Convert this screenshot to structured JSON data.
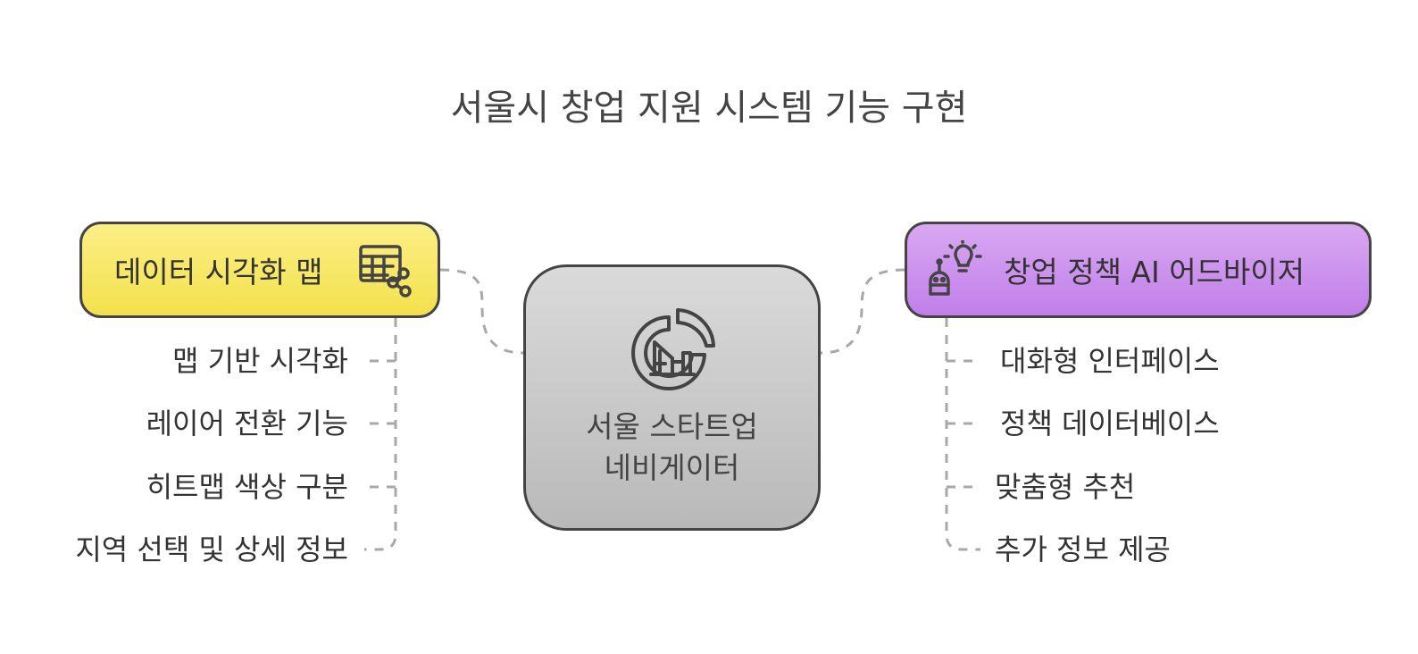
{
  "title": "서울시 창업 지원 시스템 기능 구현",
  "center": {
    "line1": "서울 스타트업",
    "line2": "네비게이터",
    "icon": "chart-building-icon"
  },
  "left_branch": {
    "label": "데이터 시각화 맵",
    "icon": "table-share-icon",
    "color": "#f4e04d",
    "items": [
      "맵 기반 시각화",
      "레이어 전환 기능",
      "히트맵 색상 구분",
      "지역 선택 및 상세 정보"
    ]
  },
  "right_branch": {
    "label": "창업 정책 AI 어드바이저",
    "icon": "robot-lightbulb-icon",
    "color": "#c07fe9",
    "items": [
      "대화형 인터페이스",
      "정책 데이터베이스",
      "맞춤형 추천",
      "추가 정보 제공"
    ]
  }
}
